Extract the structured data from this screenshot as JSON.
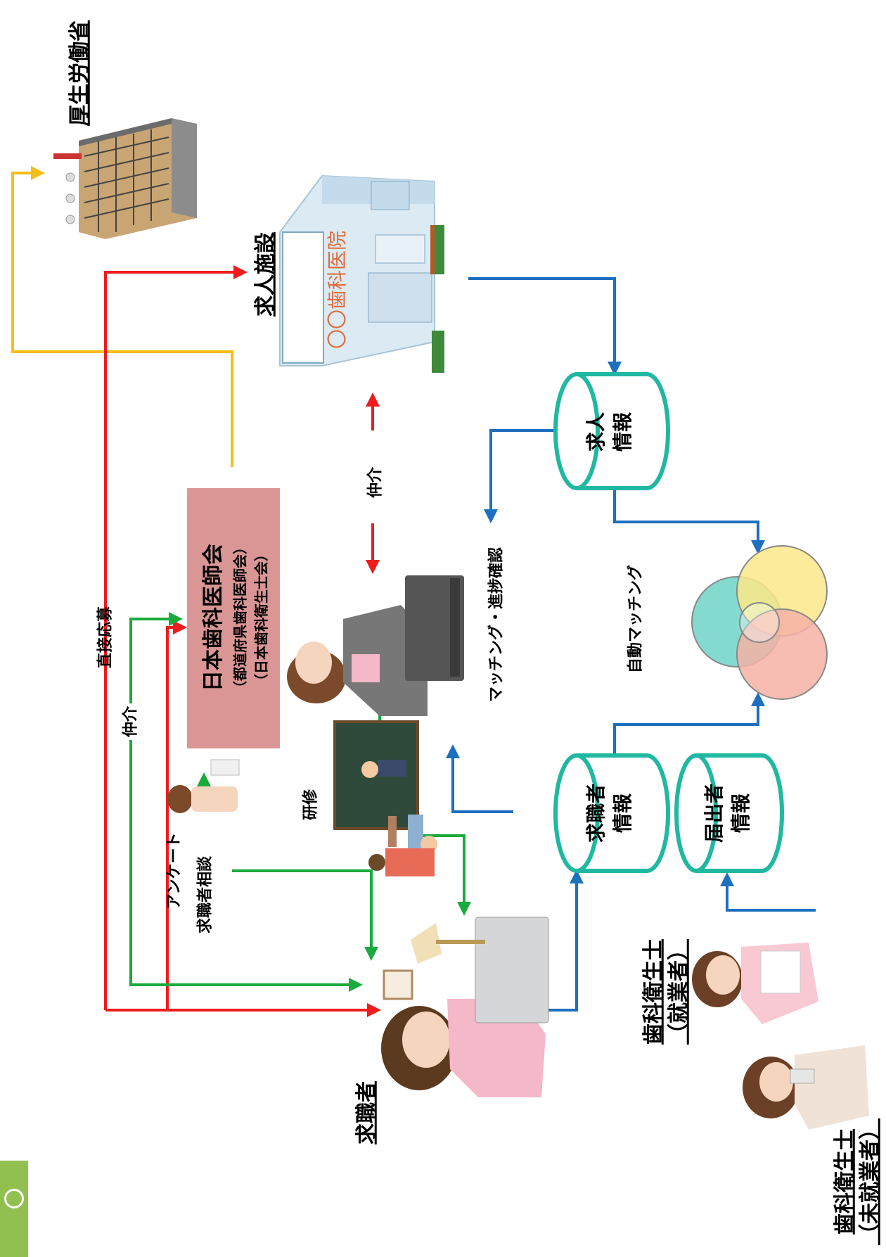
{
  "labels": {
    "mhlw": "厚生労働省",
    "facility": "求人施設",
    "job_seeker": "求職者",
    "jda_main": "日本歯科医師会",
    "jda_sub1": "（都道府県歯科医師会）",
    "jda_sub2": "（日本歯科衛生士会）",
    "mediation_top": "仲介",
    "mediation_left": "仲介",
    "direct": "直接応募",
    "survey": "アンケート",
    "consult": "求職者相談",
    "training": "研修",
    "matching_progress": "マッチング・進捗確認",
    "auto_matching": "自動マッチング",
    "db_jobs_1": "求人",
    "db_jobs_2": "情報",
    "db_seekers_1": "求職者",
    "db_seekers_2": "情報",
    "db_reports_1": "届出者",
    "db_reports_2": "情報",
    "hygienist_emp_1": "歯科衛生士",
    "hygienist_emp_2": "（就業者）",
    "hygienist_unemp_1": "歯科衛生士",
    "hygienist_unemp_2": "（未就業者）",
    "clinic_sign": "〇〇歯科医院"
  },
  "colors": {
    "red_arrow": "#ee1c1c",
    "green_arrow": "#1aab3c",
    "blue_arrow": "#1d6fbf",
    "yellow_arrow": "#f5be1a",
    "db_stroke": "#1fb8a0",
    "jda_box": "#d99694",
    "venn_teal": "#6fd3c6",
    "venn_yellow": "#fbe788",
    "venn_pink": "#f6b2a6"
  }
}
